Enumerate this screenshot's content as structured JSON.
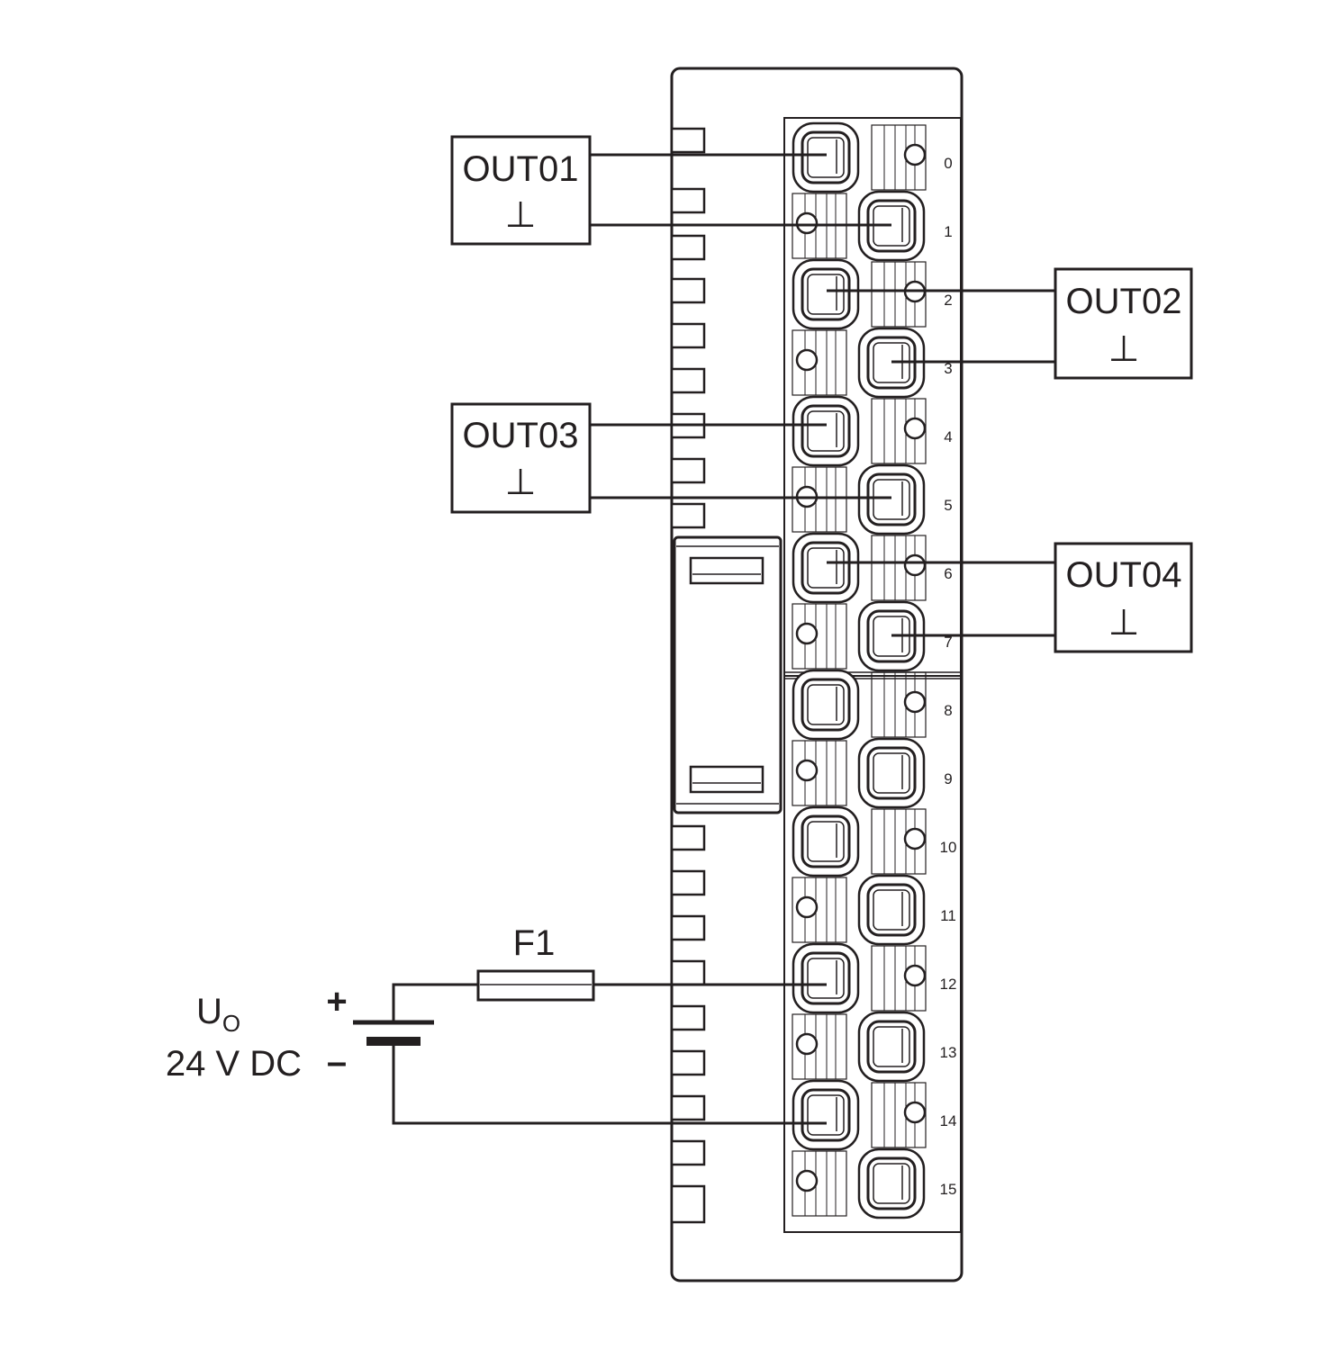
{
  "outputs": [
    {
      "label": "OUT01",
      "symbol": "⊥",
      "terminals": [
        "0",
        "1"
      ]
    },
    {
      "label": "OUT02",
      "symbol": "⊥",
      "terminals": [
        "2",
        "3"
      ]
    },
    {
      "label": "OUT03",
      "symbol": "⊥",
      "terminals": [
        "4",
        "5"
      ]
    },
    {
      "label": "OUT04",
      "symbol": "⊥",
      "terminals": [
        "6",
        "7"
      ]
    }
  ],
  "terminals": [
    "0",
    "1",
    "2",
    "3",
    "4",
    "5",
    "6",
    "7",
    "8",
    "9",
    "10",
    "11",
    "12",
    "13",
    "14",
    "15"
  ],
  "supply": {
    "name": "U",
    "subscript": "O",
    "voltage": "24 V DC",
    "plus": "+",
    "minus": "–",
    "fuse": "F1",
    "plus_terminal": "12",
    "minus_terminal": "14"
  },
  "colors": {
    "line": "#231f20",
    "background": "#ffffff"
  }
}
